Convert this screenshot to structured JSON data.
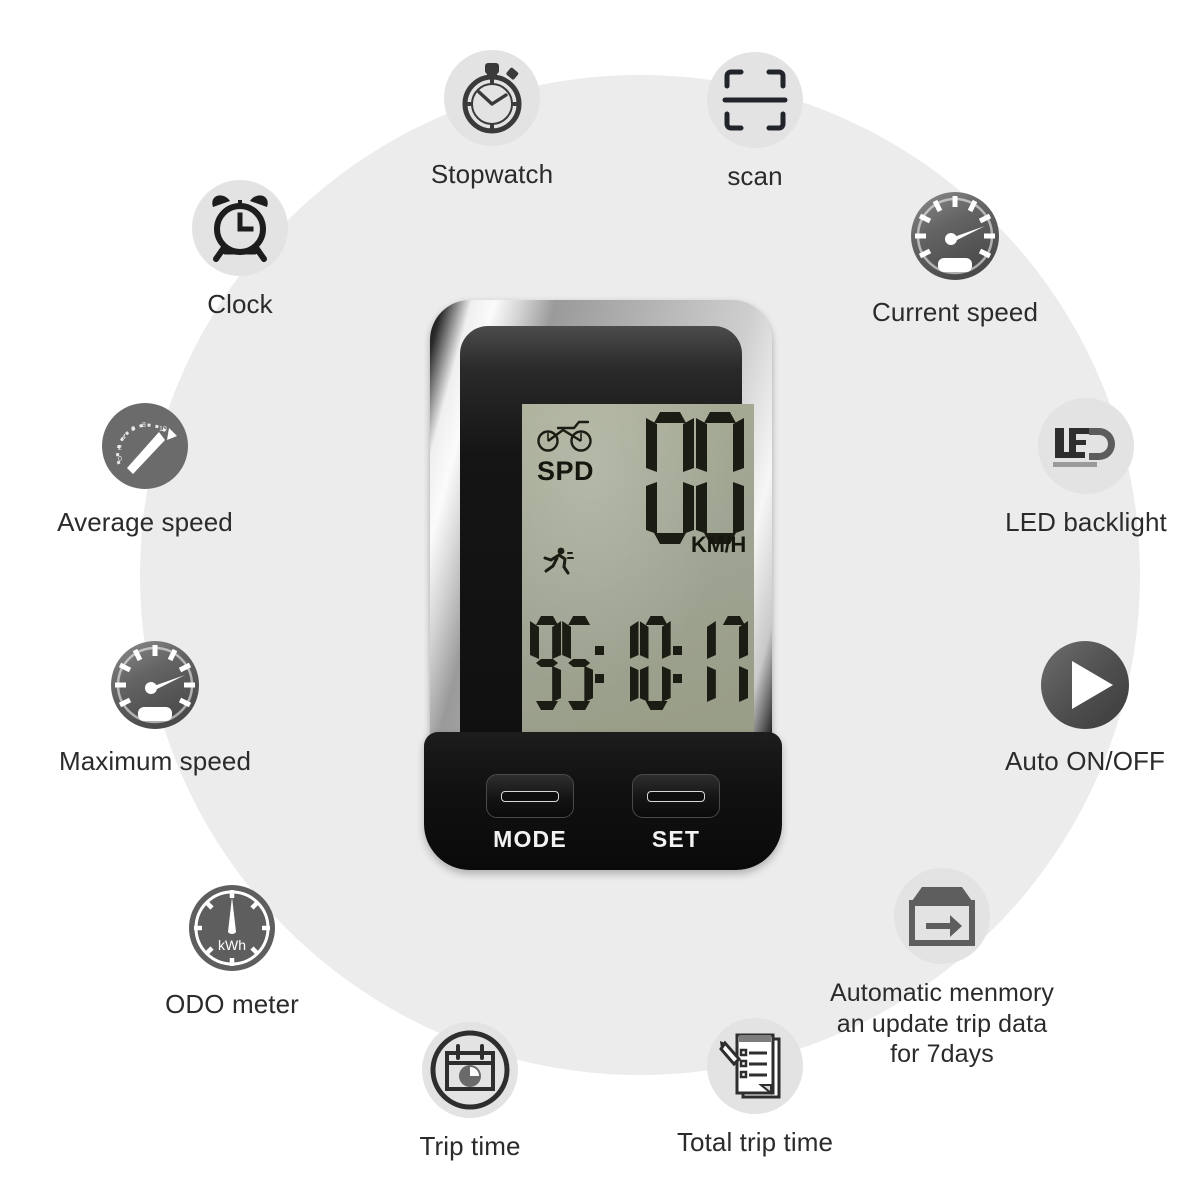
{
  "background": {
    "circle_color": "#ececec",
    "page_color": "#ffffff",
    "badge_color": "#e3e3e3"
  },
  "features": [
    {
      "id": "f-stopwatch",
      "icon": "stopwatch-icon",
      "label": "Stopwatch"
    },
    {
      "id": "f-scan",
      "icon": "scan-frame-icon",
      "label": "scan"
    },
    {
      "id": "f-clock",
      "icon": "alarm-clock-icon",
      "label": "Clock"
    },
    {
      "id": "f-current",
      "icon": "speedometer-icon",
      "label": "Current speed"
    },
    {
      "id": "f-avg",
      "icon": "average-gauge-icon",
      "label": "Average speed"
    },
    {
      "id": "f-led",
      "icon": "led-logo-icon",
      "label": "LED backlight"
    },
    {
      "id": "f-max",
      "icon": "speedometer-icon",
      "label": "Maximum speed"
    },
    {
      "id": "f-auto",
      "icon": "play-circle-icon",
      "label": "Auto ON/OFF"
    },
    {
      "id": "f-odo",
      "icon": "odometer-gauge-icon",
      "label": "ODO meter",
      "gauge_unit": "kWh"
    },
    {
      "id": "f-memory",
      "icon": "archive-arrow-icon",
      "label": "Automatic menmory\nan update trip data\nfor 7days"
    },
    {
      "id": "f-trip",
      "icon": "calendar-clock-icon",
      "label": "Trip time"
    },
    {
      "id": "f-total",
      "icon": "clipboard-pencil-icon",
      "label": "Total trip time"
    }
  ],
  "device": {
    "name": "bike-computer",
    "lcd": {
      "background_color": "#a3a892",
      "mode_label": "SPD",
      "speed_value": "00",
      "speed_digits": [
        "0",
        "0"
      ],
      "speed_unit": "KM/H",
      "time_value": "95:10:17",
      "time_digits": [
        "9",
        "5",
        "1",
        "0",
        "1",
        "7"
      ],
      "indicator_bike": "bicycle-icon",
      "indicator_runner": "runner-icon"
    },
    "buttons": [
      {
        "id": "btn-mode",
        "label": "MODE"
      },
      {
        "id": "btn-set",
        "label": "SET"
      }
    ]
  }
}
